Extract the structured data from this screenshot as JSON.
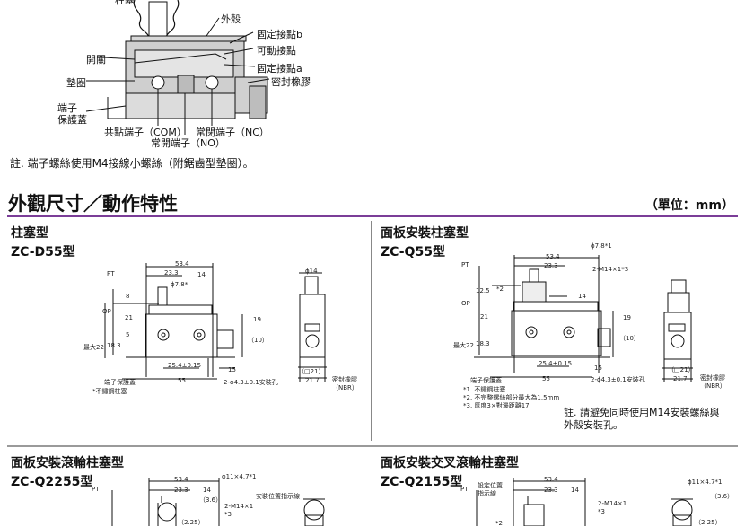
{
  "diagram_labels": {
    "top_partial": "柱塞",
    "housing": "外殼",
    "fixed_b": "固定接點b",
    "movable": "可動接點",
    "switch_part": "開關",
    "fixed_a": "固定接點a",
    "seal": "密封橡膠",
    "gasket": "墊圈",
    "terminal_cover": "端子\n保護蓋",
    "com": "共點端子（COM）",
    "nc": "常閉端子（NC）",
    "no": "常開端子（NO）"
  },
  "note": "註. 端子螺絲使用M4接線小螺絲（附鋸齒型墊圈）。",
  "section": {
    "heading": "外觀尺寸／動作特性",
    "unit": "（單位：mm）"
  },
  "products": [
    {
      "title": "柱塞型",
      "model": "ZC-D55型",
      "dims": {
        "pt": "PT",
        "op": "OP",
        "w534": "53.4",
        "w233": "23.3",
        "w14": "14",
        "phi78": "ϕ7.8*",
        "d8": "8",
        "d21": "21",
        "d5": "5",
        "max": "最大22",
        "d183": "18.3",
        "d254": "25.4±0.15",
        "d55": "55",
        "d15": "15",
        "hole": "2-ϕ4.3±0.1安裝孔",
        "d19": "19",
        "d10": "（10）",
        "phi14": "ϕ14",
        "d21b": "（□21）",
        "d217": "21.7",
        "seal": "密封橡膠\n（NBR）",
        "cover": "端子保護蓋",
        "star": "*不鏽鋼柱塞"
      }
    },
    {
      "title": "面板安裝柱塞型",
      "model": "ZC-Q55型",
      "dims": {
        "phi78": "ϕ7.8*1",
        "w534": "53.4",
        "w233": "23.3",
        "m14": "2-M14×1*3",
        "d125": "12.5",
        "star2": "*2",
        "d14": "14",
        "pt": "PT",
        "op": "OP",
        "d21": "21",
        "max": "最大22",
        "d183": "18.3",
        "d254": "25.4±0.15",
        "d55": "55",
        "d15": "15",
        "hole": "2-ϕ4.3±0.1安裝孔",
        "d19": "19",
        "d10": "（10）",
        "d21b": "（□21）",
        "d217": "21.7",
        "seal": "密封橡膠\n（NBR）",
        "cover": "端子保護蓋",
        "n1": "*1. 不鏽鋼柱塞",
        "n2": "*2. 不完整螺絲部分最大為1.5mm",
        "n3": "*3. 厚度3×對邊距離17"
      },
      "note": "註. 請避免同時使用M14安裝螺絲與\n外殼安裝孔。"
    },
    {
      "title": "面板安裝滾輪柱塞型",
      "model": "ZC-Q2255型",
      "dims": {
        "pt": "PT",
        "w534": "53.4",
        "w233": "23.3",
        "w14": "14",
        "roller": "ϕ11×4.7*1",
        "d36": "（3.6）",
        "d225": "（2.25）",
        "m14": "2-M14×1\n*3",
        "indicator": "安裝位置指示線"
      }
    },
    {
      "title": "面板安裝交叉滾輪柱塞型",
      "model": "ZC-Q2155型",
      "dims": {
        "pt": "PT",
        "set": "設定位置\n指示線",
        "w534": "53.4",
        "w233": "23.3",
        "w14": "14",
        "m14": "2-M14×1\n*3",
        "roller": "ϕ11×4.7*1",
        "d36": "（3.6）",
        "d225": "（2.25）",
        "star2": "*2"
      }
    }
  ]
}
